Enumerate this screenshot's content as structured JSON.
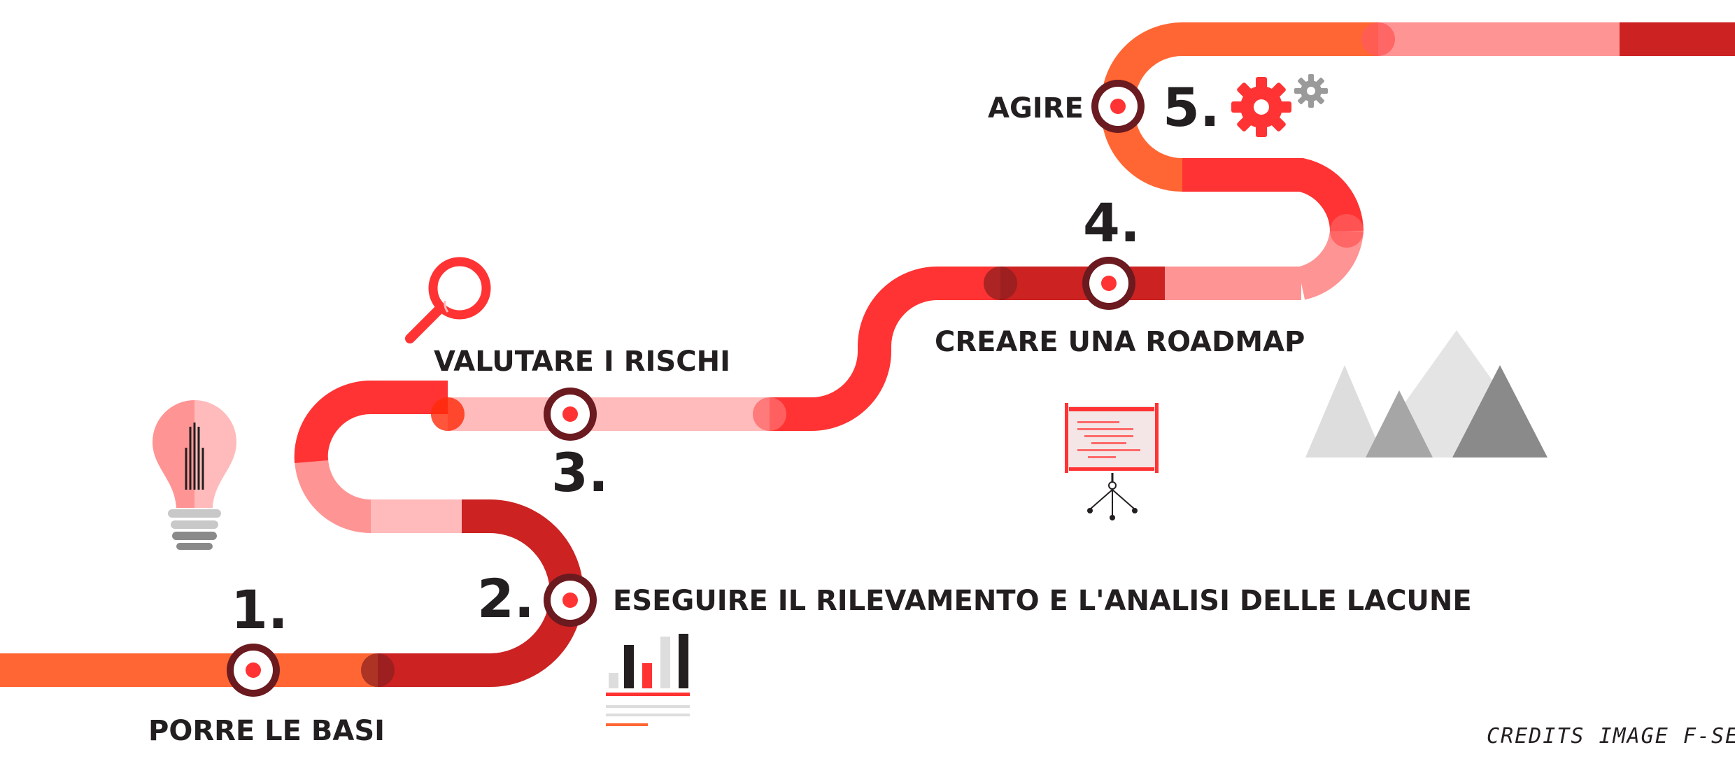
{
  "steps": [
    {
      "number": "1.",
      "label": "PORRE LE BASI"
    },
    {
      "number": "2.",
      "label": "ESEGUIRE IL RILEVAMENTO E L'ANALISI DELLE LACUNE"
    },
    {
      "number": "3.",
      "label": "VALUTARE I RISCHI"
    },
    {
      "number": "4.",
      "label": "CREARE UNA ROADMAP"
    },
    {
      "number": "5.",
      "label": "AGIRE"
    }
  ],
  "credits": "CREDITS IMAGE F-SECURE",
  "colors": {
    "orange": "#ff6633",
    "red": "#ff3333",
    "dark_red": "#cc2222",
    "pink": "#ff9494",
    "light_pink": "#ffbbbb",
    "marker_ring": "#6b1a1f",
    "text": "#231f20",
    "grey": "#c8c8c8",
    "dark_grey": "#8a8a8a"
  },
  "icons": [
    "lightbulb-icon",
    "bar-chart-icon",
    "magnifier-icon",
    "presentation-board-icon",
    "mountains-icon",
    "gears-icon"
  ]
}
